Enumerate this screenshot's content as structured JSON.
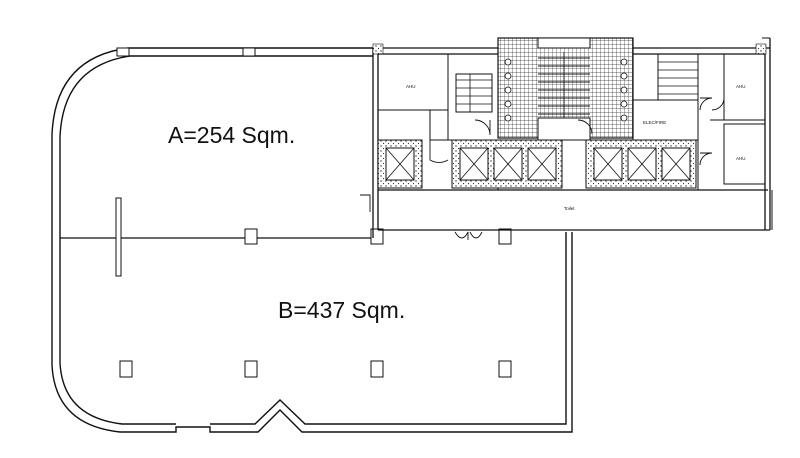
{
  "plan": {
    "areas": [
      {
        "id": "A",
        "label": "A=254 Sqm."
      },
      {
        "id": "B",
        "label": "B=437 Sqm."
      }
    ],
    "core_labels": {
      "ahu_left": "AHU",
      "ahu_right_top": "AHU",
      "ahu_right_bottom": "AHU",
      "electrical_room": "ELEC/FIRE",
      "corridor": "Toilet"
    },
    "colors": {
      "line": "#111111",
      "background": "#ffffff",
      "hatch": "#333333"
    }
  }
}
